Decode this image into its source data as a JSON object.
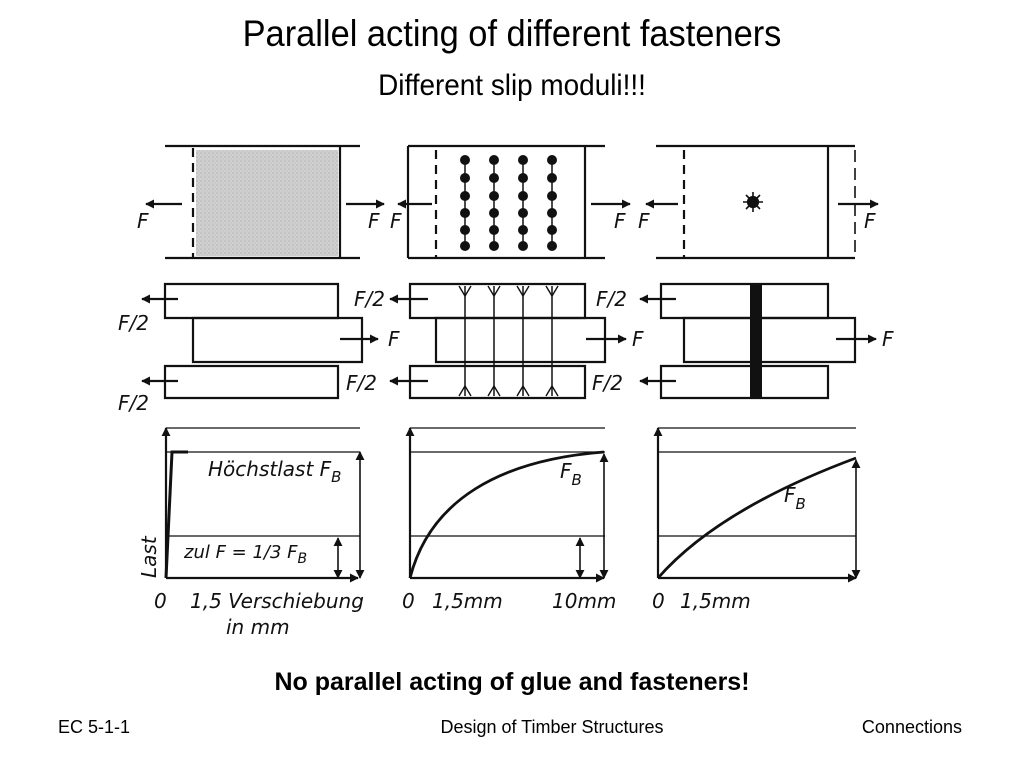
{
  "slide": {
    "title": "Parallel acting of different fasteners",
    "subtitle": "Different slip moduli!!!",
    "conclusion": "No parallel acting of glue and fasteners!"
  },
  "footer": {
    "left": "EC 5-1-1",
    "center": "Design of Timber Structures",
    "right": "Connections"
  },
  "figure": {
    "top_row": {
      "force": "F"
    },
    "middle_row": {
      "force": "F",
      "half_force": "F/2"
    },
    "graphs": {
      "y_axis": "Last",
      "origin": "0",
      "x_axis_1": "1,5 Verschiebung",
      "x_axis_1_unit": "in mm",
      "x_tick_mm": "1,5mm",
      "x_tick_10": "10mm",
      "max_load": "Höchstlast F",
      "max_load_sub": "B",
      "allowed": "zul F = 1/3 F",
      "allowed_sub": "B",
      "curve_label": "F",
      "curve_sub": "B"
    }
  }
}
